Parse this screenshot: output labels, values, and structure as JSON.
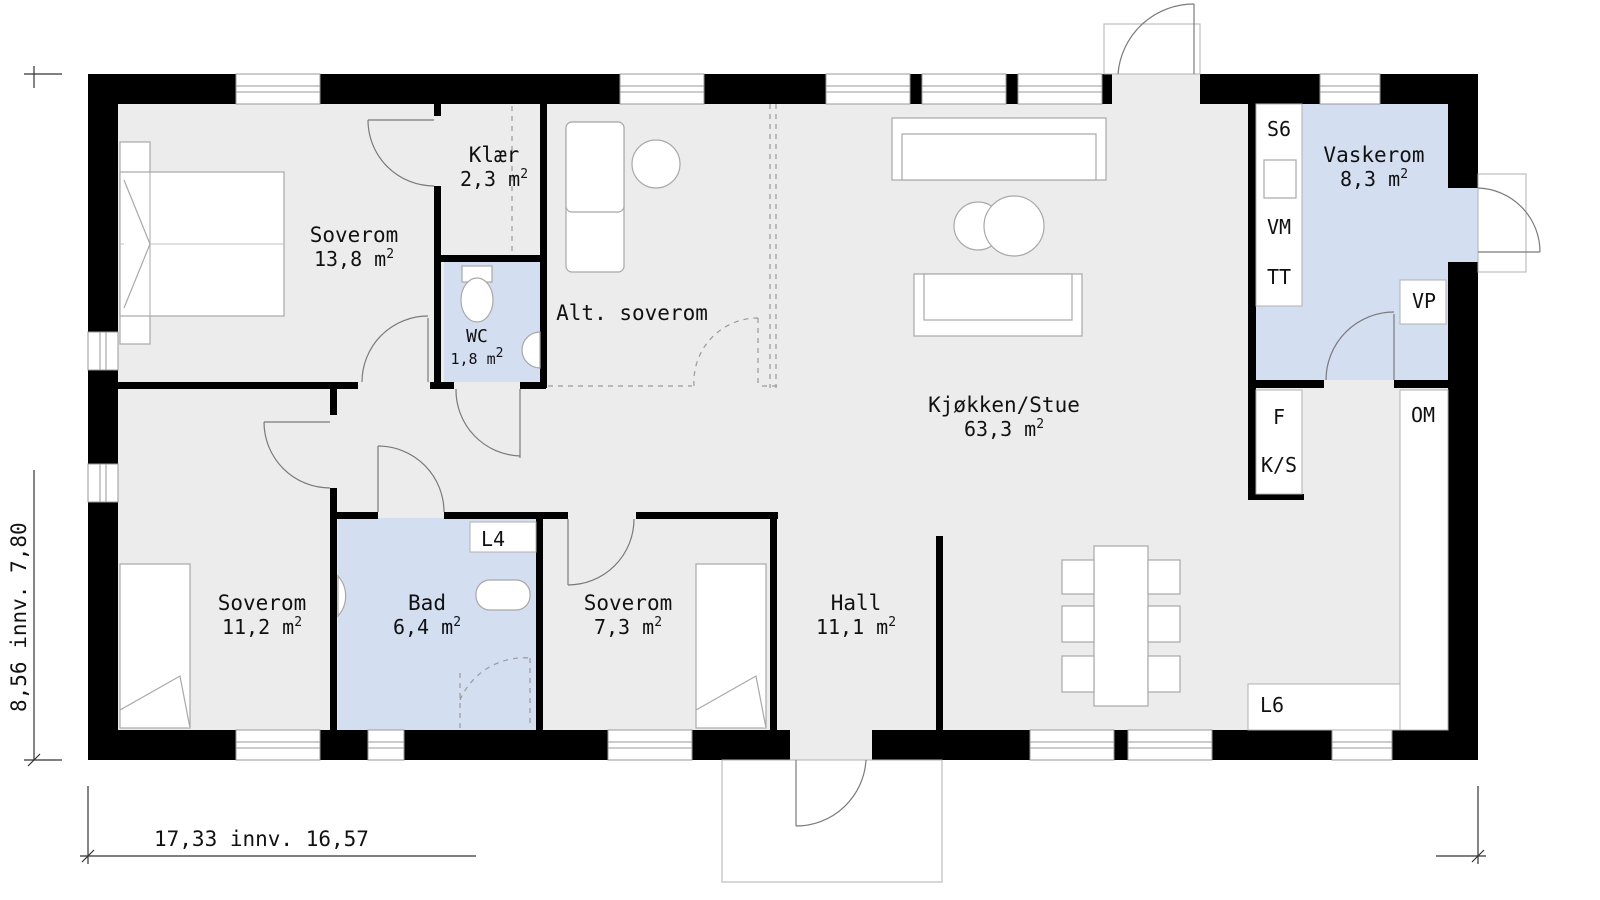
{
  "rooms": {
    "soverom1": {
      "name": "Soverom",
      "area": "13,8 m",
      "sup": "2"
    },
    "klaer": {
      "name": "Klær",
      "area": "2,3 m",
      "sup": "2"
    },
    "wc": {
      "name": "WC",
      "area": "1,8 m",
      "sup": "2"
    },
    "alt_soverom": {
      "name": "Alt. soverom"
    },
    "kjokken_stue": {
      "name": "Kjøkken/Stue",
      "area": "63,3 m",
      "sup": "2"
    },
    "vaskerom": {
      "name": "Vaskerom",
      "area": "8,3 m",
      "sup": "2"
    },
    "soverom2": {
      "name": "Soverom",
      "area": "11,2 m",
      "sup": "2"
    },
    "bad": {
      "name": "Bad",
      "area": "6,4 m",
      "sup": "2"
    },
    "soverom3": {
      "name": "Soverom",
      "area": "7,3 m",
      "sup": "2"
    },
    "hall": {
      "name": "Hall",
      "area": "11,1 m",
      "sup": "2"
    }
  },
  "appliances": {
    "s6": "S6",
    "vm": "VM",
    "tt": "TT",
    "vp": "VP",
    "f": "F",
    "ks": "K/S",
    "om": "OM",
    "l4": "L4",
    "l6": "L6"
  },
  "dimensions": {
    "width": "17,33 innv. 16,57",
    "depth": "8,56 innv. 7,80"
  },
  "colors": {
    "wall": "#000000",
    "floor": "#ececec",
    "wet_room": "#d3def1"
  }
}
